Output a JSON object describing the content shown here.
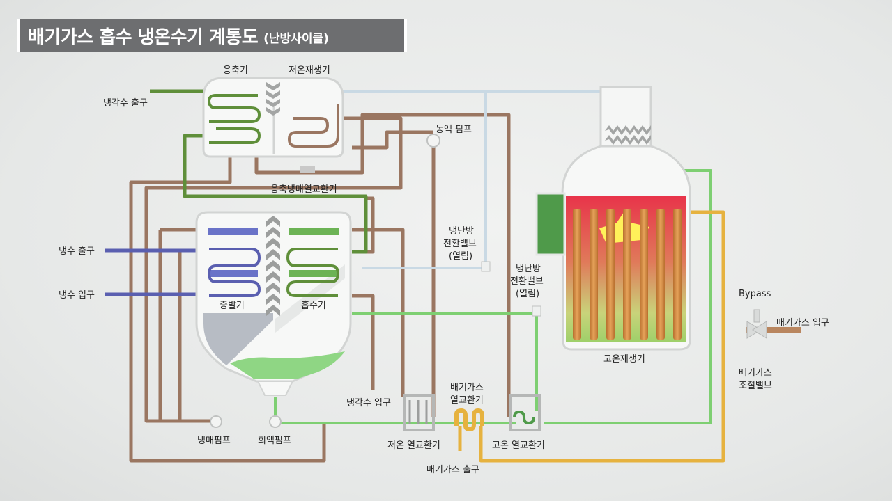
{
  "title": {
    "main": "배기가스 흡수 냉온수기 계통도",
    "sub": "(난방사이클)"
  },
  "labels": {
    "condenser": "응축기",
    "low_temp_regenerator": "저온재생기",
    "cooling_water_outlet": "냉각수 출구",
    "concentrate_pump": "농액 펌프",
    "condensate_hx": "응축냉매열교환기",
    "chilled_water_outlet": "냉수 출구",
    "chilled_water_inlet": "냉수 입구",
    "evaporator": "증발기",
    "absorber": "흡수기",
    "switch_valve_1_l1": "냉난방",
    "switch_valve_1_l2": "전환밸브",
    "switch_valve_1_l3": "(열림)",
    "switch_valve_2_l1": "냉난방",
    "switch_valve_2_l2": "전환밸브",
    "switch_valve_2_l3": "(열림)",
    "high_temp_regenerator": "고온재생기",
    "bypass": "Bypass",
    "exhaust_inlet": "배기가스 입구",
    "exhaust_valve_l1": "배기가스",
    "exhaust_valve_l2": "조절밸브",
    "cooling_water_inlet": "냉각수 입구",
    "exhaust_hx_l1": "배기가스",
    "exhaust_hx_l2": "열교환기",
    "low_temp_hx": "저온 열교환기",
    "high_temp_hx": "고온 열교환기",
    "exhaust_outlet": "배기가스 출구",
    "refrigerant_pump": "냉매펌프",
    "dilute_pump": "희액펌프"
  },
  "colors": {
    "title_bg": "#6d6e70",
    "cooling_water": "#5f8f3a",
    "refrigerant": "#9a7661",
    "chilled_water": "#5a5fb0",
    "solution_green": "#6cc164",
    "exhaust": "#e6b23f",
    "vapor": "#c8d8e4"
  }
}
